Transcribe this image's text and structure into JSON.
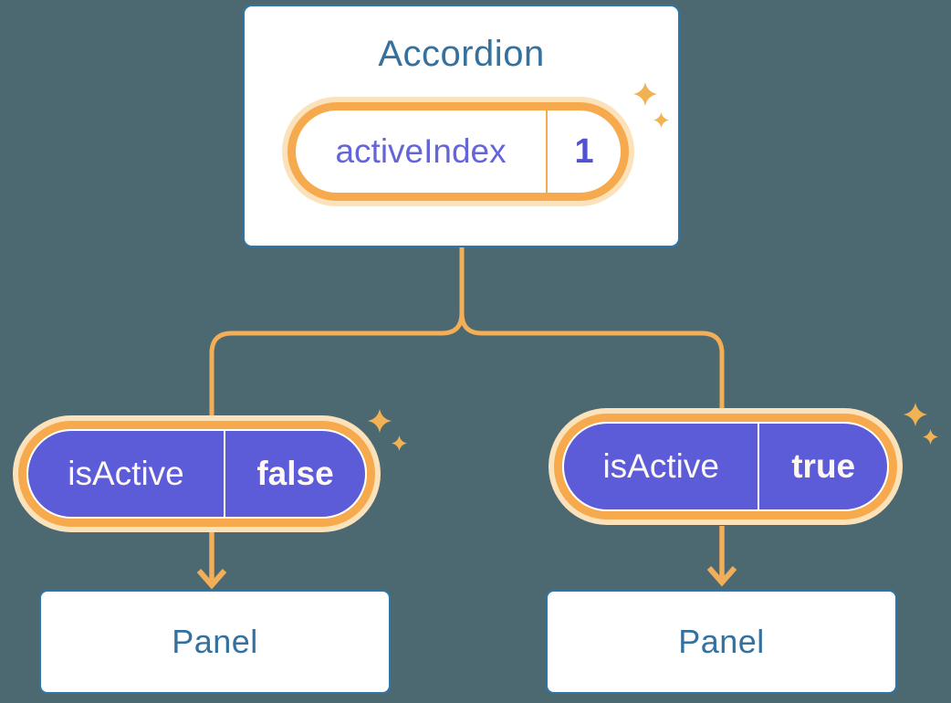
{
  "theme": {
    "bg": "#4C6971",
    "card_bg": "#FFFFFF",
    "blue_border": "#2E76A9",
    "blue_text": "#35719E",
    "orange_line": "#F2AE58",
    "orange_border": "#F6AA4D",
    "halo": "#FBE2BA",
    "sparkle": "#F1B254",
    "purple": "#5C5CD9",
    "purple_text": "#6565DA",
    "purple_value": "#5151D1",
    "white_text": "#FDF8F3"
  },
  "accordion": {
    "title": "Accordion",
    "state_pill": {
      "label": "activeIndex",
      "value": "1"
    }
  },
  "left_branch": {
    "prop_pill": {
      "label": "isActive",
      "value": "false"
    },
    "panel_label": "Panel"
  },
  "right_branch": {
    "prop_pill": {
      "label": "isActive",
      "value": "true"
    },
    "panel_label": "Panel"
  }
}
